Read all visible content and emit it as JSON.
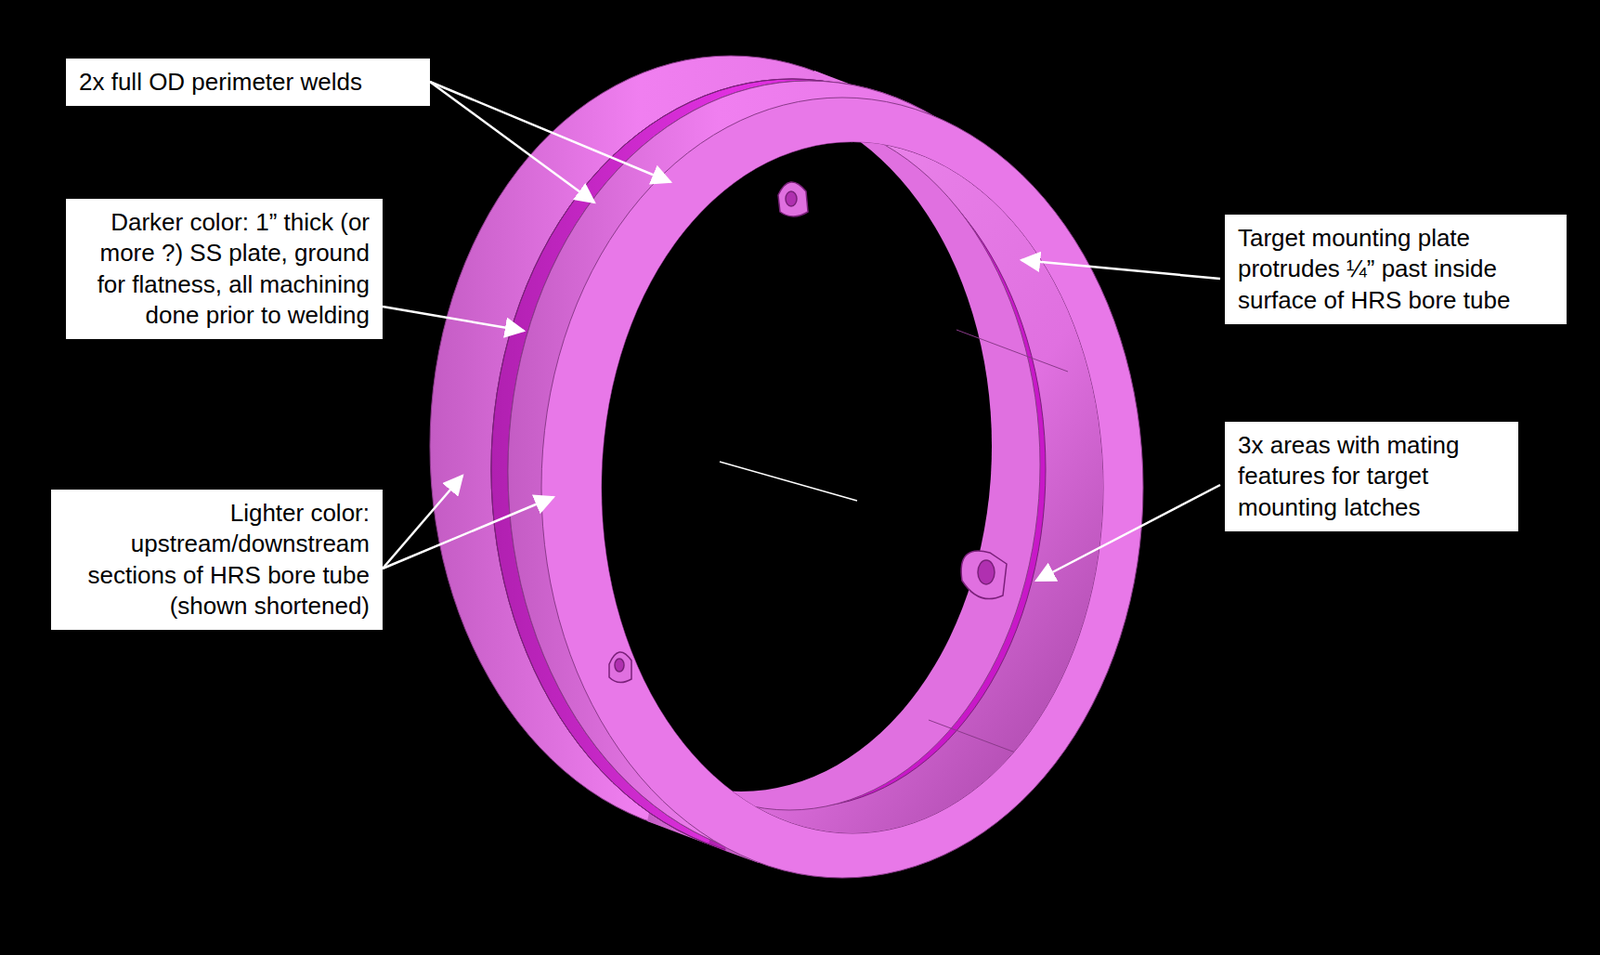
{
  "diagram": {
    "nodes": [
      {
        "text": [
          "2x full OD perimeter welds"
        ]
      },
      {
        "text": [
          "Darker color: 1” thick (or more ?) SS plate, ground for flatness, all machining done prior to welding"
        ]
      },
      {
        "text": [
          "Lighter color: upstream/downstream sections of HRS bore tube (shown shortened)"
        ]
      },
      {
        "text": [
          "Target mounting plate protrudes ¼” past inside surface of HRS bore tube"
        ]
      },
      {
        "text": [
          "3x areas with mating features for target mounting latches"
        ]
      }
    ]
  }
}
